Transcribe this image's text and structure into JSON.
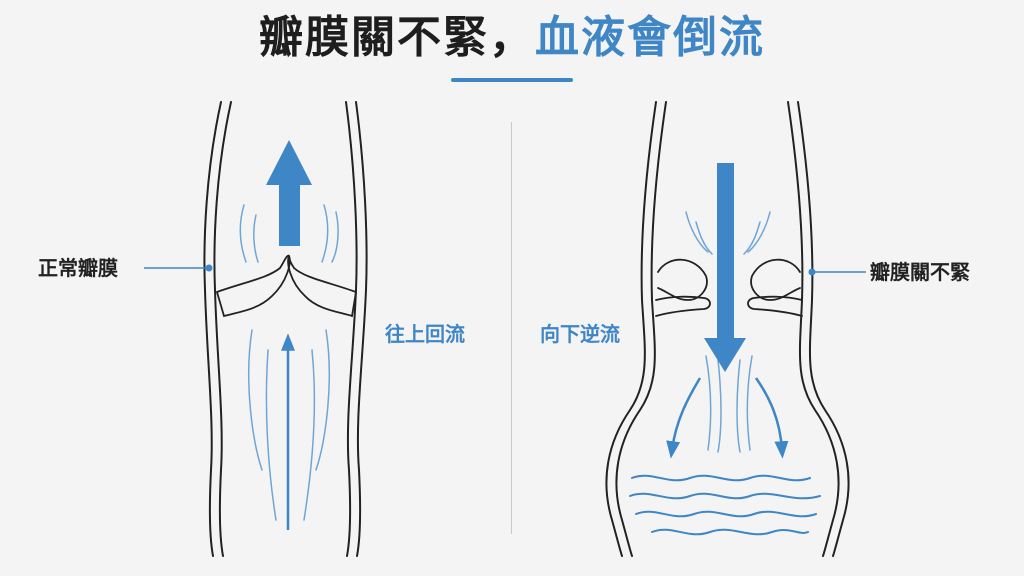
{
  "title": {
    "main": "瓣膜關不緊，",
    "accent": "血液會倒流"
  },
  "labels": {
    "normal_valve": "正常瓣膜",
    "flow_up": "往上回流",
    "flow_down": "向下逆流",
    "leaky_valve": "瓣膜關不緊"
  },
  "colors": {
    "accent": "#3f86c6",
    "text": "#1e1e1e",
    "outline": "#222222",
    "background": "#f4f4f4"
  }
}
